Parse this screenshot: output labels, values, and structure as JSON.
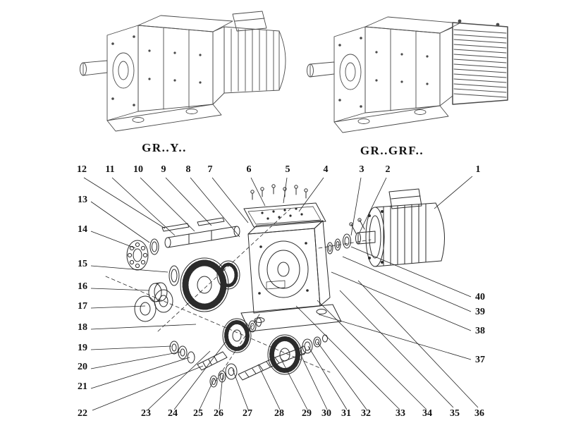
{
  "diagram": {
    "left_model_label": "GR..Y..",
    "right_model_label": "GR..GRF..",
    "line_color": "#2b2b2b",
    "background_color": "#ffffff"
  },
  "callouts": [
    "1",
    "2",
    "3",
    "4",
    "5",
    "6",
    "7",
    "8",
    "9",
    "10",
    "11",
    "12",
    "13",
    "14",
    "15",
    "16",
    "17",
    "18",
    "19",
    "20",
    "21",
    "22",
    "23",
    "24",
    "25",
    "26",
    "27",
    "28",
    "29",
    "30",
    "31",
    "32",
    "33",
    "34",
    "35",
    "36",
    "37",
    "38",
    "39",
    "40"
  ]
}
